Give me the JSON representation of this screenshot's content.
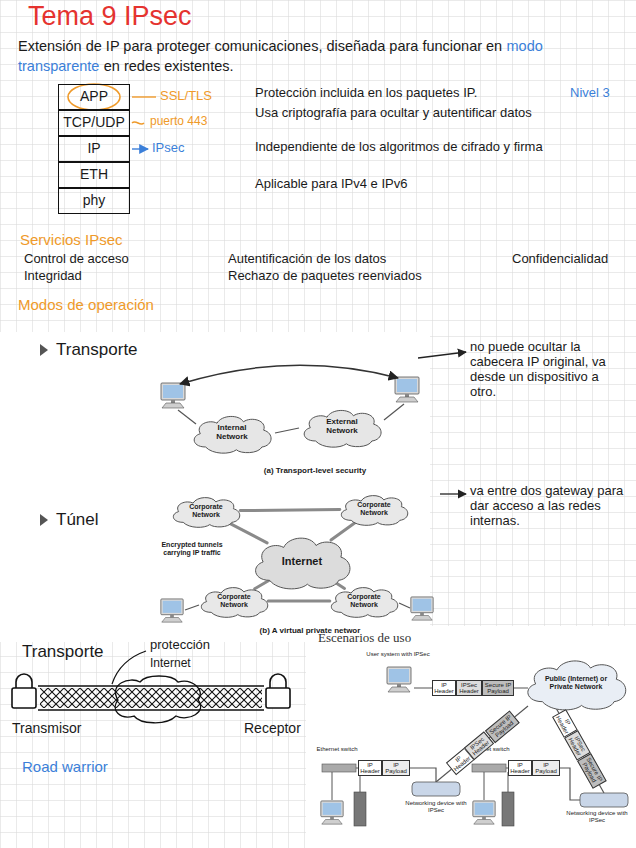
{
  "diagram": {
    "title": "Tema 9 IPsec",
    "nodes": [
      {
        "text": [
          "APP"
        ]
      },
      {
        "text": [
          "TCP/UDP"
        ]
      },
      {
        "text": [
          "IP"
        ]
      },
      {
        "text": [
          "ETH"
        ]
      },
      {
        "text": [
          "phy"
        ]
      },
      {
        "text": [
          "Internal Network"
        ]
      },
      {
        "text": [
          "External Network"
        ]
      },
      {
        "text": [
          "Corporate Network"
        ]
      },
      {
        "text": [
          "Corporate Network"
        ]
      },
      {
        "text": [
          "Internet"
        ]
      },
      {
        "text": [
          "Corporate Network"
        ]
      },
      {
        "text": [
          "Corporate Network"
        ]
      },
      {
        "text": [
          "Public (Internet) or Private Network"
        ]
      },
      {
        "text": [
          "IP Header"
        ]
      },
      {
        "text": [
          "IPSec Header"
        ]
      },
      {
        "text": [
          "Secure IP Payload"
        ]
      },
      {
        "text": [
          "IP Header"
        ]
      },
      {
        "text": [
          "IPSec Header"
        ]
      },
      {
        "text": [
          "Secure IP Payload"
        ]
      },
      {
        "text": [
          "IP Header"
        ]
      },
      {
        "text": [
          "IPSec Header"
        ]
      },
      {
        "text": [
          "Secure IP Payload"
        ]
      },
      {
        "text": [
          "IP Header"
        ]
      },
      {
        "text": [
          "IP Payload"
        ]
      },
      {
        "text": [
          "IP Header"
        ]
      },
      {
        "text": [
          "IP Payload"
        ]
      }
    ],
    "edges": [
      {
        "from": 7,
        "to": 8,
        "arrow": "none"
      },
      {
        "from": 10,
        "to": 11,
        "arrow": "none"
      },
      {
        "from": 7,
        "to": 9,
        "arrow": "none"
      },
      {
        "from": 8,
        "to": 9,
        "arrow": "none"
      },
      {
        "from": 10,
        "to": 9,
        "arrow": "none"
      },
      {
        "from": 11,
        "to": 9,
        "arrow": "none"
      }
    ],
    "labels": [
      "Extensión de IP para proteger comunicaciones, diseñada para funcionar en",
      "modo transparente",
      "en redes existentes.",
      "SSL/TLS",
      "puerto 443",
      "IPsec",
      "Protección incluida en los paquetes IP.",
      "Nivel 3",
      "Usa criptografía para ocultar y autentificar datos",
      "Independiente de los algoritmos de cifrado y firma",
      "Aplicable para IPv4 e IPv6",
      "Servicios IPsec",
      "Control de acceso",
      "Autentificación de los datos",
      "Confidencialidad",
      "Integridad",
      "Rechazo de paquetes reenviados",
      "Modos de operación",
      "Transporte",
      "(a) Transport-level security",
      "no puede ocultar la cabecera IP original, va desde un dispositivo a otro.",
      "Túnel",
      "Encrypted tunnels carrying IP traffic",
      "(b) A virtual private networ",
      "va entre dos gateway para dar acceso a las redes internas.",
      "Transporte",
      "protección",
      "Internet",
      "Transmisor",
      "Receptor",
      "Road warrior",
      "Escenarios de uso",
      "User system with IPSec",
      "Ethernet switch",
      "Ethernet switch",
      "Networking device with IPSec",
      "Networking device with IPSec"
    ]
  }
}
